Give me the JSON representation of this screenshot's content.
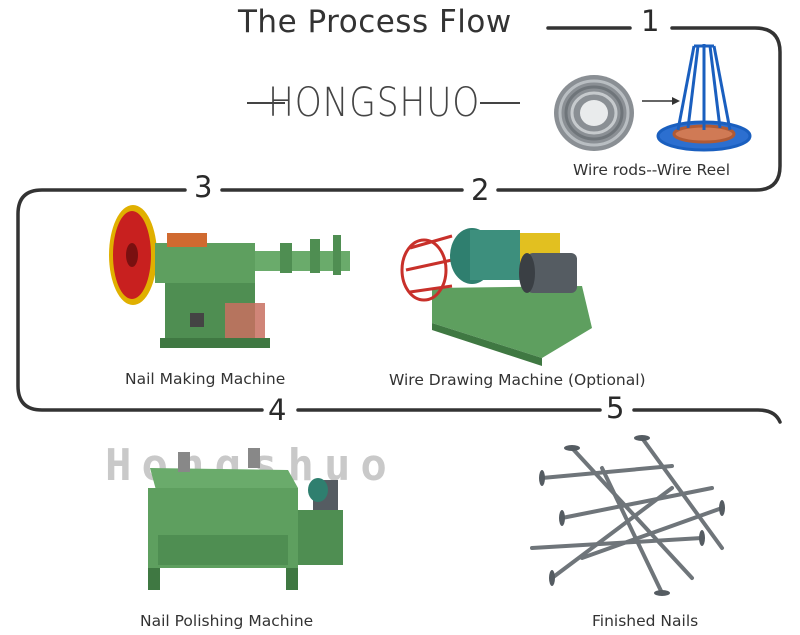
{
  "title": "The Process Flow",
  "brand": "HONGSHUO",
  "watermark": "Hongshuo",
  "steps": {
    "s1": "1",
    "s2": "2",
    "s3": "3",
    "s4": "4",
    "s5": "5"
  },
  "labels": {
    "wire": "Wire rods--Wire Reel",
    "drawing": "Wire Drawing Machine (Optional)",
    "making": "Nail Making Machine",
    "polishing": "Nail Polishing Machine",
    "finished": "Finished Nails"
  },
  "colors": {
    "flow_line": "#333333",
    "machine_green": "#5e9f5f",
    "reel_blue": "#1a5fbf",
    "wheel_red": "#c8201f",
    "motor_gray": "#555c62"
  }
}
